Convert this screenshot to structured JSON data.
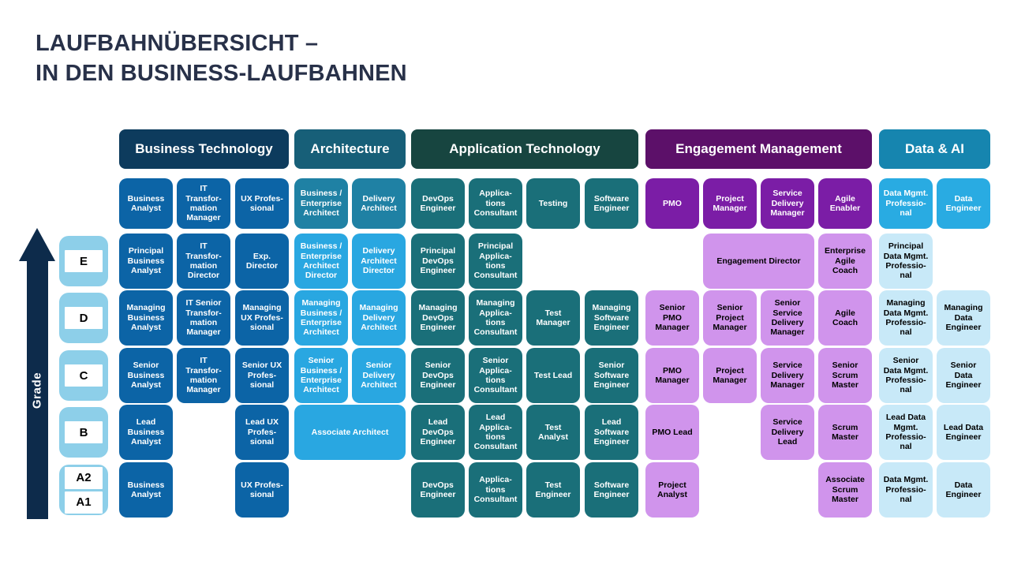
{
  "title": {
    "line1": "LAUFBAHNÜBERSICHT –",
    "line2": "IN DEN BUSINESS-LAUFBAHNEN"
  },
  "grade_axis": {
    "label": "Grade"
  },
  "colors": {
    "title": "#283149",
    "arrow": "#0d2b4b",
    "badge": "#8dcfe9"
  },
  "tracks": [
    {
      "name": "Business Technology",
      "cols": 3,
      "header_color": "#0d3b5d",
      "role_color": "#0c64a6",
      "role_text": "#ffffff",
      "cell_color": "#0c64a6",
      "cell_text": "#ffffff"
    },
    {
      "name": "Architecture",
      "cols": 2,
      "header_color": "#175f78",
      "role_color": "#1f81a4",
      "role_text": "#ffffff",
      "cell_color": "#29a7e1",
      "cell_text": "#ffffff"
    },
    {
      "name": "Application Technology",
      "cols": 4,
      "header_color": "#174540",
      "role_color": "#1a6f79",
      "role_text": "#ffffff",
      "cell_color": "#1a6f79",
      "cell_text": "#ffffff"
    },
    {
      "name": "Engagement Management",
      "cols": 4,
      "header_color": "#5c1069",
      "role_color": "#7b1da6",
      "role_text": "#ffffff",
      "cell_color": "#d094ec",
      "cell_text": "#000000"
    },
    {
      "name": "Data  & AI",
      "cols": 2,
      "header_color": "#1685af",
      "role_color": "#29abe2",
      "role_text": "#ffffff",
      "cell_color": "#c8e9f8",
      "cell_text": "#000000"
    }
  ],
  "roles": [
    "Business\nAnalyst",
    "IT\nTransfor-\nmation\nManager",
    "UX Profes-\nsional",
    "Business /\nEnterprise\nArchitect",
    "Delivery\nArchitect",
    "DevOps\nEngineer",
    "Applica-\ntions\nConsultant",
    "Testing",
    "Software\nEngineer",
    "PMO",
    "Project\nManager",
    "Service\nDelivery\nManager",
    "Agile\nEnabler",
    "Data Mgmt.\nProfessio-\nnal",
    "Data\nEngineer"
  ],
  "rows": [
    {
      "grade": [
        "E"
      ],
      "cells": [
        {
          "col": 0,
          "label": "Principal\nBusiness\nAnalyst"
        },
        {
          "col": 1,
          "label": "IT\nTransfor-\nmation\nDirector"
        },
        {
          "col": 2,
          "label": "Exp.\nDirector"
        },
        {
          "col": 3,
          "label": "Business /\nEnterprise\nArchitect\nDirector"
        },
        {
          "col": 4,
          "label": "Delivery\nArchitect\nDirector"
        },
        {
          "col": 5,
          "label": "Principal\nDevOps\nEngineer"
        },
        {
          "col": 6,
          "label": "Principal\nApplica-\ntions\nConsultant"
        },
        {
          "col": 10,
          "span": 2,
          "label": "Engagement  Director"
        },
        {
          "col": 12,
          "label": "Enterprise\nAgile\nCoach"
        },
        {
          "col": 13,
          "label": "Principal\nData Mgmt.\nProfessio-\nnal"
        }
      ]
    },
    {
      "grade": [
        "D"
      ],
      "cells": [
        {
          "col": 0,
          "label": "Managing\nBusiness\nAnalyst"
        },
        {
          "col": 1,
          "label": "IT Senior\nTransfor-\nmation\nManager"
        },
        {
          "col": 2,
          "label": "Managing\nUX Profes-\nsional"
        },
        {
          "col": 3,
          "label": "Managing\nBusiness /\nEnterprise\nArchitect"
        },
        {
          "col": 4,
          "label": "Managing\nDelivery\nArchitect"
        },
        {
          "col": 5,
          "label": "Managing\nDevOps\nEngineer"
        },
        {
          "col": 6,
          "label": "Managing\nApplica-\ntions\nConsultant"
        },
        {
          "col": 7,
          "label": "Test\nManager"
        },
        {
          "col": 8,
          "label": "Managing\nSoftware\nEngineer"
        },
        {
          "col": 9,
          "label": "Senior\nPMO\nManager"
        },
        {
          "col": 10,
          "label": "Senior\nProject\nManager"
        },
        {
          "col": 11,
          "label": "Senior\nService\nDelivery\nManager"
        },
        {
          "col": 12,
          "label": "Agile\nCoach"
        },
        {
          "col": 13,
          "label": "Managing\nData Mgmt.\nProfessio-\nnal"
        },
        {
          "col": 14,
          "label": "Managing\nData\nEngineer"
        }
      ]
    },
    {
      "grade": [
        "C"
      ],
      "cells": [
        {
          "col": 0,
          "label": "Senior\nBusiness\nAnalyst"
        },
        {
          "col": 1,
          "label": "IT\nTransfor-\nmation\nManager"
        },
        {
          "col": 2,
          "label": "Senior UX\nProfes-\nsional"
        },
        {
          "col": 3,
          "label": "Senior\nBusiness /\nEnterprise\nArchitect"
        },
        {
          "col": 4,
          "label": "Senior\nDelivery\nArchitect"
        },
        {
          "col": 5,
          "label": "Senior\nDevOps\nEngineer"
        },
        {
          "col": 6,
          "label": "Senior\nApplica-\ntions\nConsultant"
        },
        {
          "col": 7,
          "label": "Test Lead"
        },
        {
          "col": 8,
          "label": "Senior\nSoftware\nEngineer"
        },
        {
          "col": 9,
          "label": "PMO\nManager"
        },
        {
          "col": 10,
          "label": "Project\nManager"
        },
        {
          "col": 11,
          "label": "Service\nDelivery\nManager"
        },
        {
          "col": 12,
          "label": "Senior\nScrum\nMaster"
        },
        {
          "col": 13,
          "label": "Senior\nData Mgmt.\nProfessio-\nnal"
        },
        {
          "col": 14,
          "label": "Senior\nData\nEngineer"
        }
      ]
    },
    {
      "grade": [
        "B"
      ],
      "cells": [
        {
          "col": 0,
          "label": "Lead\nBusiness\nAnalyst"
        },
        {
          "col": 2,
          "label": "Lead UX\nProfes-\nsional"
        },
        {
          "col": 3,
          "span": 2,
          "label": "Associate Architect"
        },
        {
          "col": 5,
          "label": "Lead\nDevOps\nEngineer"
        },
        {
          "col": 6,
          "label": "Lead\nApplica-\ntions\nConsultant"
        },
        {
          "col": 7,
          "label": "Test\nAnalyst"
        },
        {
          "col": 8,
          "label": "Lead\nSoftware\nEngineer"
        },
        {
          "col": 9,
          "label": "PMO Lead"
        },
        {
          "col": 11,
          "label": "Service\nDelivery\nLead"
        },
        {
          "col": 12,
          "label": "Scrum\nMaster"
        },
        {
          "col": 13,
          "label": "Lead Data\nMgmt.\nProfessio-\nnal"
        },
        {
          "col": 14,
          "label": "Lead Data\nEngineer"
        }
      ]
    },
    {
      "grade": [
        "A2",
        "A1"
      ],
      "cells": [
        {
          "col": 0,
          "label": "Business\nAnalyst"
        },
        {
          "col": 2,
          "label": "UX Profes-\nsional"
        },
        {
          "col": 5,
          "label": "DevOps\nEngineer"
        },
        {
          "col": 6,
          "label": "Applica-\ntions\nConsultant"
        },
        {
          "col": 7,
          "label": "Test\nEngineer"
        },
        {
          "col": 8,
          "label": "Software\nEngineer"
        },
        {
          "col": 9,
          "label": "Project\nAnalyst"
        },
        {
          "col": 12,
          "label": "Associate\nScrum\nMaster"
        },
        {
          "col": 13,
          "label": "Data Mgmt.\nProfessio-\nnal"
        },
        {
          "col": 14,
          "label": "Data\nEngineer"
        }
      ]
    }
  ]
}
